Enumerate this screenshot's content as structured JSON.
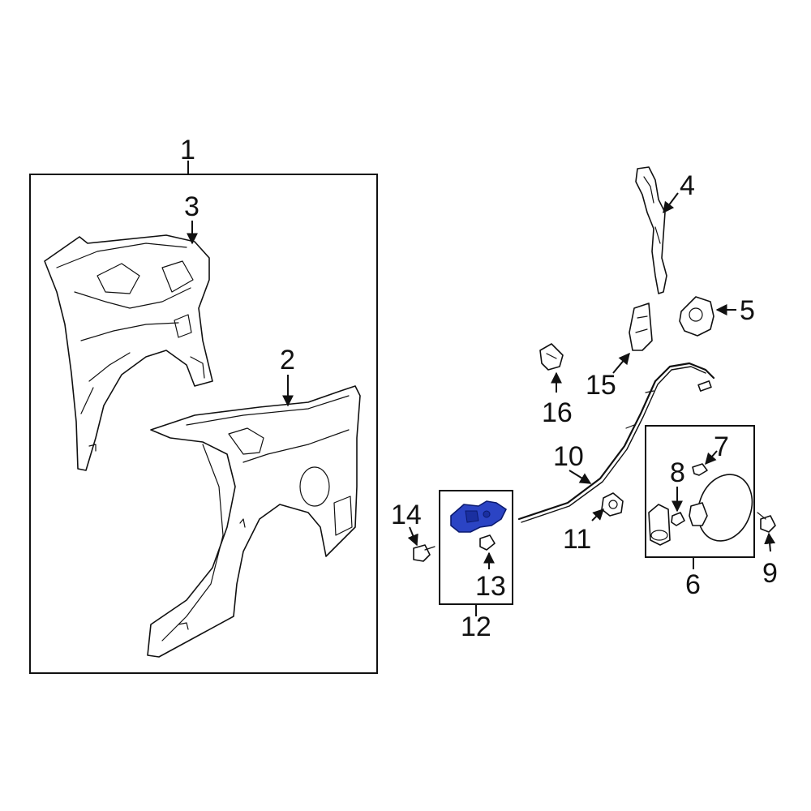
{
  "callouts": {
    "c1": "1",
    "c2": "2",
    "c3": "3",
    "c4": "4",
    "c5": "5",
    "c6": "6",
    "c7": "7",
    "c8": "8",
    "c9": "9",
    "c10": "10",
    "c11": "11",
    "c12": "12",
    "c13": "13",
    "c14": "14",
    "c15": "15",
    "c16": "16"
  },
  "colors": {
    "line": "#111111",
    "highlight": "#2b44c4",
    "background": "#ffffff"
  }
}
